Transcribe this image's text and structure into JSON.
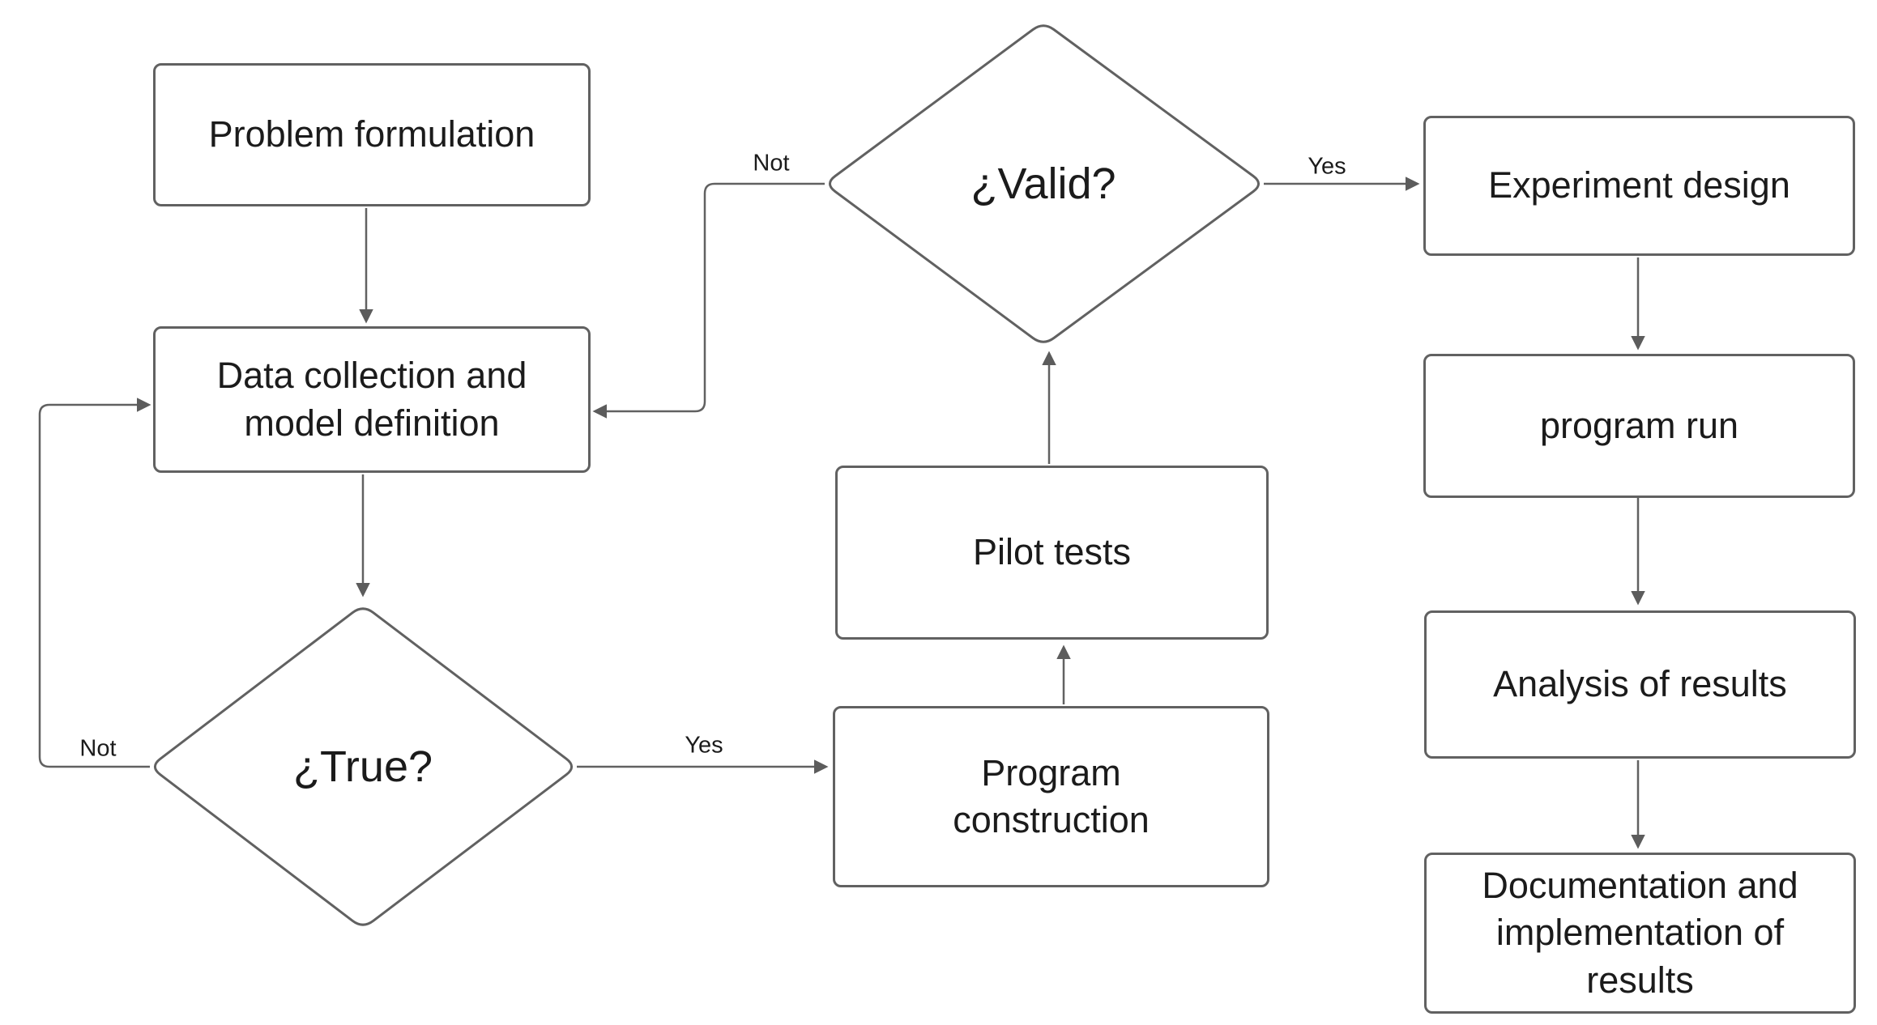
{
  "diagram": {
    "nodes": {
      "problem_formulation": {
        "label": "Problem formulation"
      },
      "data_collection": {
        "label": "Data collection and model definition"
      },
      "true_decision": {
        "label": "¿True?"
      },
      "program_construction": {
        "label": "Program construction"
      },
      "pilot_tests": {
        "label": "Pilot tests"
      },
      "valid_decision": {
        "label": "¿Valid?"
      },
      "experiment_design": {
        "label": "Experiment design"
      },
      "program_run": {
        "label": "program run"
      },
      "analysis_of_results": {
        "label": "Analysis of results"
      },
      "documentation": {
        "label": "Documentation and implementation of results"
      }
    },
    "edges": {
      "true_not_label": "Not",
      "true_yes_label": "Yes",
      "valid_not_label": "Not",
      "valid_yes_label": "Yes"
    },
    "colors": {
      "line": "#616161",
      "text": "#1b1b1b",
      "background": "#ffffff"
    }
  }
}
